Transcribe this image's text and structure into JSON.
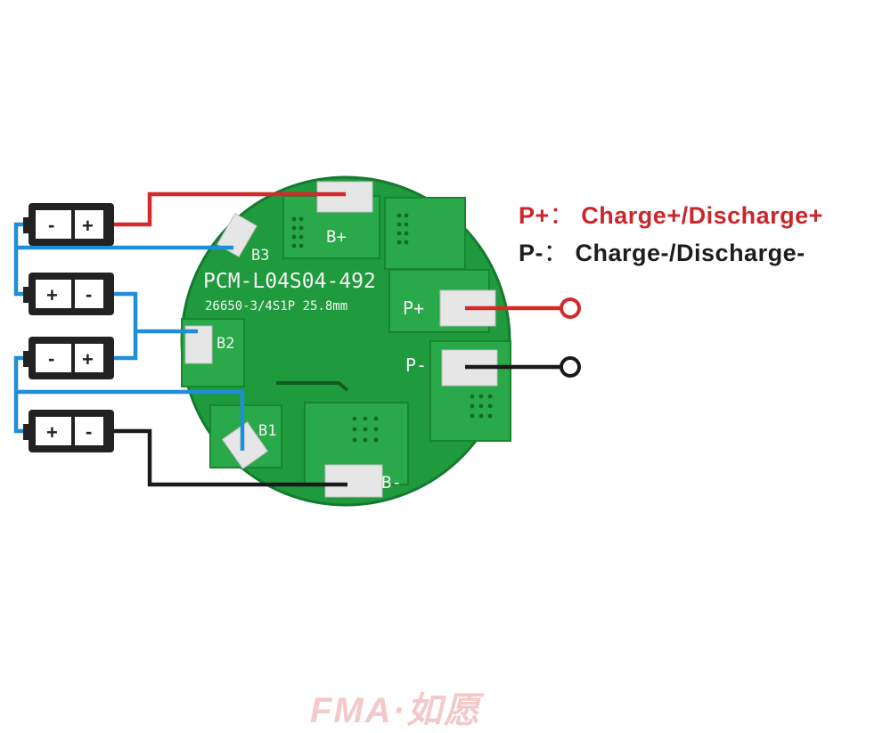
{
  "board": {
    "model": "PCM-L04S04-492",
    "spec": "26650-3/4S1P 25.8mm",
    "pads": {
      "b_plus": "B+",
      "b3": "B3",
      "b2": "B2",
      "b1": "B1",
      "b_minus": "B-",
      "p_plus": "P+",
      "p_minus": "P-"
    }
  },
  "batteries": [
    {
      "left": "-",
      "right": "+"
    },
    {
      "left": "+",
      "right": "-"
    },
    {
      "left": "-",
      "right": "+"
    },
    {
      "left": "+",
      "right": "-"
    }
  ],
  "legend": {
    "p_plus": {
      "term": "P+",
      "sep": "：",
      "desc": "Charge+/Discharge+"
    },
    "p_minus": {
      "term": "P-",
      "sep": "：",
      "desc": "Charge-/Discharge-"
    }
  },
  "watermark": "FMA·如愿",
  "colors": {
    "pcb": "#1f9a3d",
    "positive_wire": "#d32a2a",
    "negative_wire": "#1a1a1a",
    "balance_wire": "#1e8fd6",
    "battery_body": "#222222"
  }
}
